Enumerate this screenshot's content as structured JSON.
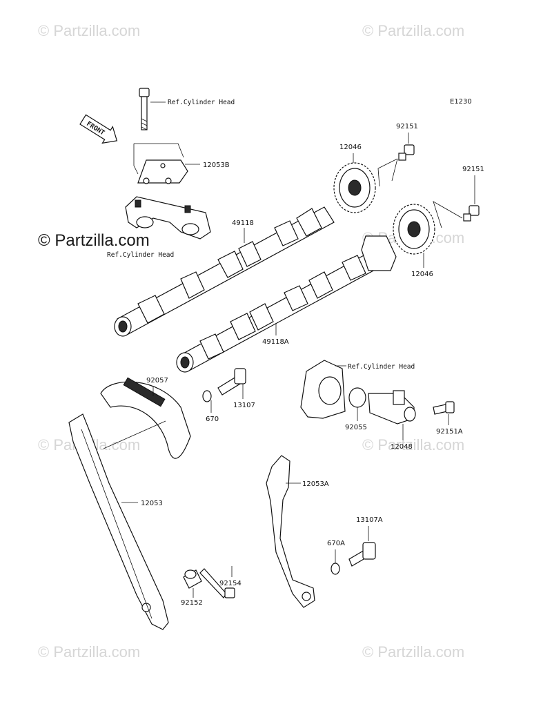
{
  "watermarks": {
    "top_left": "© Partzilla.com",
    "top_right": "© Partzilla.com",
    "center_left": "© Partzilla.com",
    "mid_left": "© Partzilla.com",
    "mid_right": "© Partzilla.com",
    "center_right": "© Partzilla.com",
    "bottom_left": "© Partzilla.com",
    "bottom_right": "© Partzilla.com"
  },
  "diagram_code": "E1230",
  "front_arrow_label": "FRONT",
  "references": {
    "cylinder_head_top": "Ref.Cylinder Head",
    "cylinder_head_left": "Ref.Cylinder Head",
    "cylinder_head_right": "Ref.Cylinder Head"
  },
  "callouts": {
    "p12053B": "12053B",
    "p49118": "49118",
    "p12046_top": "12046",
    "p92151_top": "92151",
    "p92151_right": "92151",
    "p12046_right": "12046",
    "p49118A": "49118A",
    "p92057": "92057",
    "p670": "670",
    "p13107": "13107",
    "p92055": "92055",
    "p12048": "12048",
    "p92151A": "92151A",
    "p12053": "12053",
    "p12053A": "12053A",
    "p13107A": "13107A",
    "p670A": "670A",
    "p92152": "92152",
    "p92154": "92154"
  }
}
